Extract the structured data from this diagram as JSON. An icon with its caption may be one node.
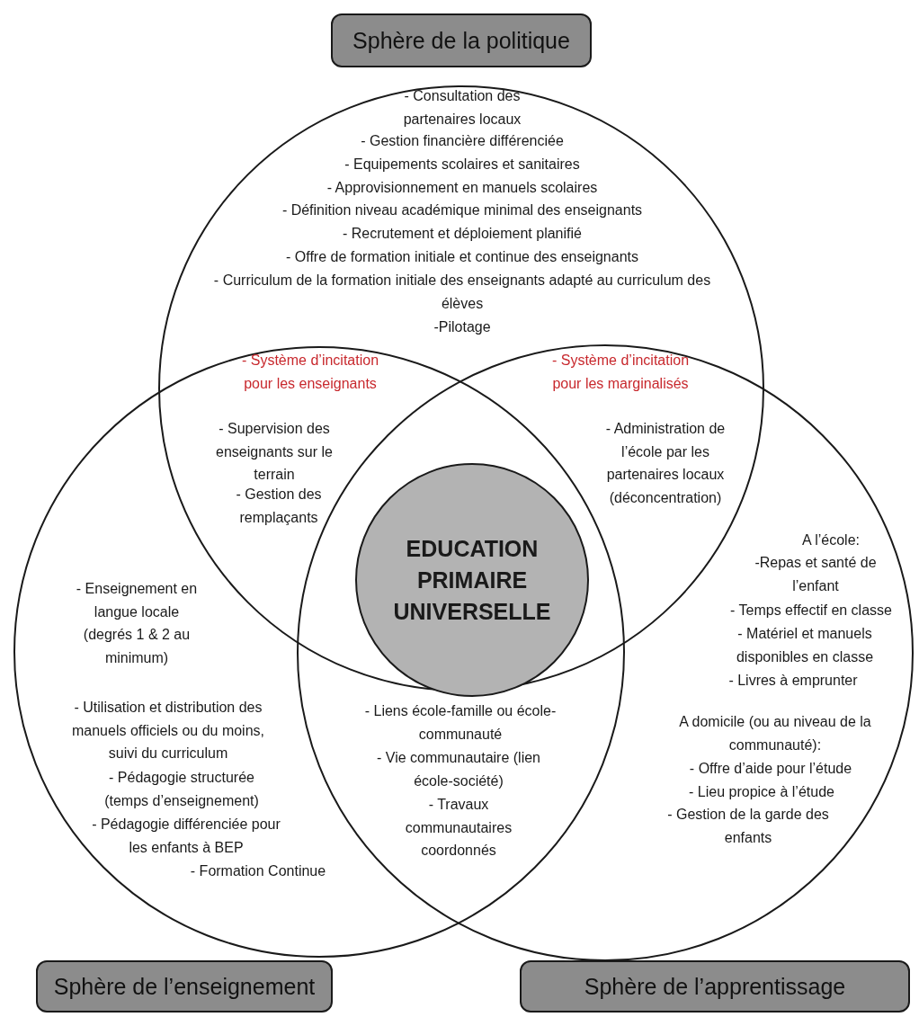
{
  "diagram": {
    "nodes": [
      {
        "text": [
          "Sphère de la politique"
        ]
      },
      {
        "text": [
          "- Consultation des partenaires locaux",
          "- Gestion financière différenciée",
          "- Equipements scolaires et sanitaires",
          "- Approvisionnement en manuels scolaires",
          "- Définition niveau académique minimal des enseignants",
          "- Recrutement et déploiement planifié",
          "- Offre de formation initiale et continue des enseignants",
          "- Curriculum de la formation initiale des enseignants adapté au curriculum des élèves",
          "-Pilotage"
        ]
      },
      {
        "text": [
          "- Enseignement en langue locale (degrés 1 & 2 au minimum)",
          "- Utilisation et distribution des manuels officiels ou du moins, suivi du curriculum",
          "- Pédagogie structurée (temps d’enseignement)",
          "- Pédagogie différenciée pour les enfants à BEP",
          "- Formation Continue"
        ]
      },
      {
        "text": [
          "A l’école:",
          "-Repas et santé de l’enfant",
          "- Temps effectif en classe",
          "- Matériel et manuels disponibles en classe",
          "- Livres à emprunter",
          "A domicile (ou au niveau de la communauté):",
          "- Offre d’aide pour l’étude",
          "- Lieu propice à l’étude",
          "- Gestion de la garde des enfants"
        ]
      },
      {
        "text": [
          "EDUCATION PRIMAIRE UNIVERSELLE"
        ]
      },
      {
        "text": [
          "Sphère de l’enseignement"
        ]
      },
      {
        "text": [
          "Sphère de l’apprentissage"
        ]
      }
    ],
    "edges": [],
    "labels": [
      "- Système d’incitation pour les enseignants",
      "- Supervision des enseignants sur le terrain",
      "- Gestion des remplaçants",
      "- Système d’incitation pour les marginalisés",
      "- Administration de l’école par les partenaires locaux (déconcentration)",
      "- Liens école-famille ou école-communauté",
      "- Vie communautaire (lien école-société)",
      "- Travaux communautaires coordonnés"
    ]
  }
}
